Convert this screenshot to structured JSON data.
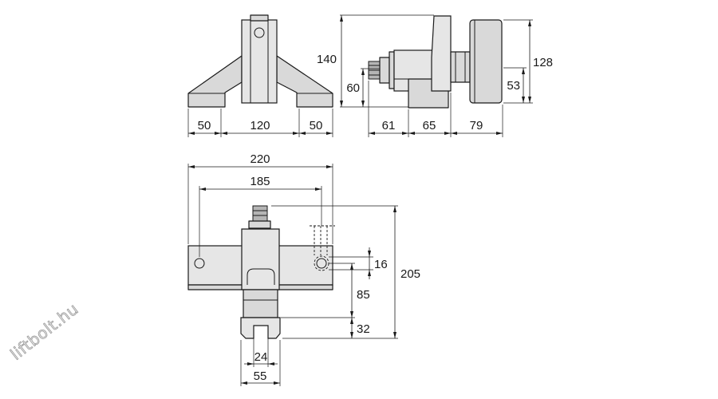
{
  "watermark": "liftbolt.hu",
  "views": {
    "front": {
      "dims": {
        "left_foot": "50",
        "center_width": "120",
        "right_foot": "50"
      }
    },
    "side": {
      "dims": {
        "height_total": "140",
        "height_bolt": "60",
        "height_pad_total": "128",
        "height_pad_lower": "53",
        "len_bolt": "61",
        "len_body": "65",
        "len_pad": "79"
      }
    },
    "top": {
      "dims": {
        "width_total": "220",
        "hole_spacing": "185",
        "length_total": "205",
        "hole_dia": "16",
        "slot_depth": "85",
        "fork_depth": "32",
        "fork_gap": "24",
        "fork_width": "55"
      }
    }
  }
}
